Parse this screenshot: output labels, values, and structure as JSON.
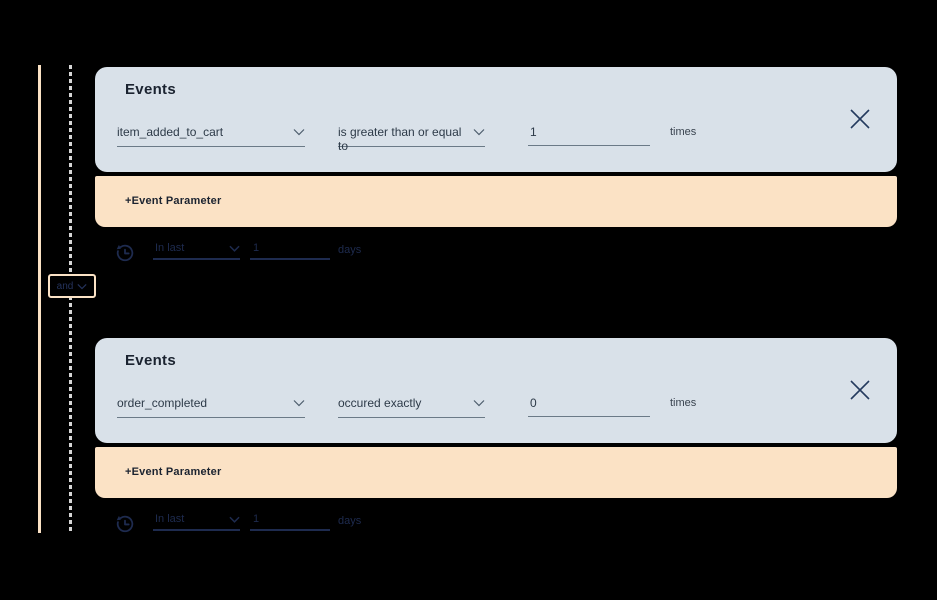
{
  "connector": {
    "label": "and"
  },
  "groups": [
    {
      "card": {
        "title": "Events",
        "event": "item_added_to_cart",
        "operator": "is greater than or equal to",
        "count": "1",
        "count_unit": "times"
      },
      "param_button": "+Event Parameter",
      "recency": {
        "window": "In last",
        "value": "1",
        "unit": "days"
      }
    },
    {
      "card": {
        "title": "Events",
        "event": "order_completed",
        "operator": "occured exactly",
        "count": "0",
        "count_unit": "times"
      },
      "param_button": "+Event Parameter",
      "recency": {
        "window": "In last",
        "value": "1",
        "unit": "days"
      }
    }
  ],
  "colors": {
    "background": "#000000",
    "card_background": "#d9e1e9",
    "accent_peach": "#fbe2c5",
    "navy": "#1e2b4f",
    "text_dark": "#1b2330"
  },
  "icons": {
    "chevron": "chevron-down-icon",
    "close": "close-icon",
    "history": "history-clock-icon"
  }
}
